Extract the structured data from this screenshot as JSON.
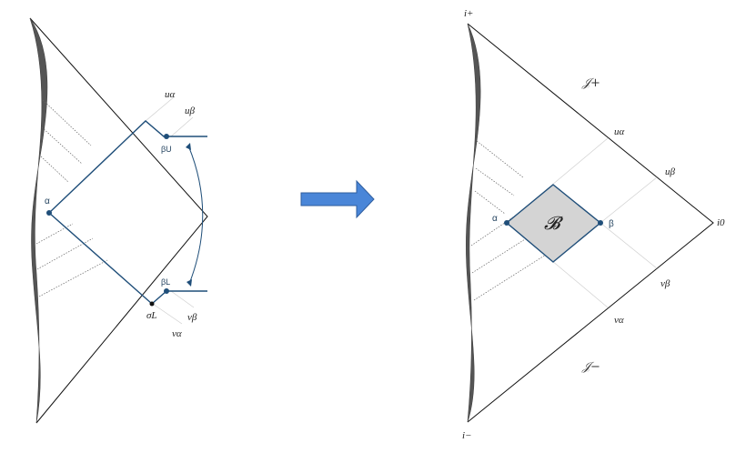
{
  "colors": {
    "outline": "#111111",
    "region": "#1f4e79",
    "grid": "#c8c8c8",
    "hatch": "#555555",
    "wavy": "#555555",
    "block_fill": "#d4d4d4",
    "arrow": "#4a86d8"
  },
  "left": {
    "alpha": "α",
    "u_alpha": "uα",
    "u_beta": "uβ",
    "beta_upper": "βU",
    "beta_lower": "βL",
    "sigma": "σL",
    "v_beta": "vβ",
    "v_alpha": "vα"
  },
  "right": {
    "i_plus": "i+",
    "i_minus": "i−",
    "i_zero": "i0",
    "scri_plus": "𝒥+",
    "scri_minus": "𝒥−",
    "block": "𝓑",
    "alpha": "α",
    "beta": "β",
    "u_alpha": "uα",
    "u_beta": "uβ",
    "v_beta": "vβ",
    "v_alpha": "vα"
  },
  "arrow_icon": "right-arrow-icon"
}
